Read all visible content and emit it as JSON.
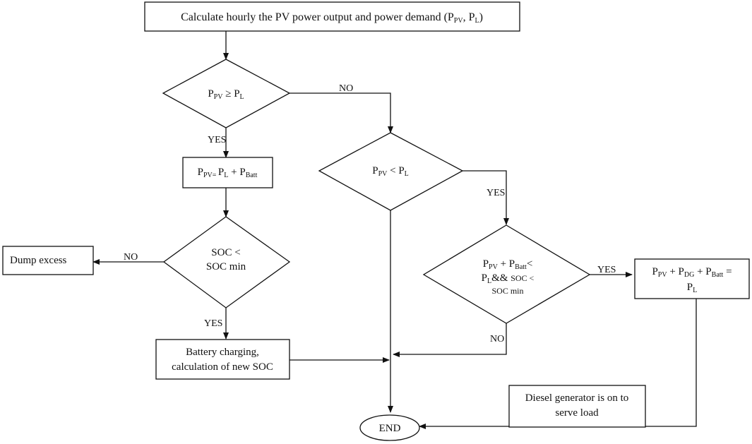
{
  "nodes": {
    "start": {
      "pre": "Calculate hourly the PV power output and power demand (P",
      "s1": "PV",
      "mid": ", P",
      "s2": "L",
      "post": ")"
    },
    "d1": {
      "a": "P",
      "as": "PV",
      "op": " ≥ P",
      "bs": "L"
    },
    "p1": {
      "a": "P",
      "as": "PV= ",
      "b": "P",
      "bs": "L",
      "op": " + P",
      "cs": "Batt"
    },
    "d2": {
      "line1": "SOC <",
      "line2": "SOC min"
    },
    "dump": {
      "text": "Dump excess"
    },
    "charge": {
      "line1": "Battery charging,",
      "line2": "calculation of new SOC"
    },
    "d3": {
      "a": "P",
      "as": "PV",
      "op": " < P",
      "bs": "L"
    },
    "d4": {
      "a": "P",
      "as": "PV",
      "op1": " + P",
      "bs": "Batt",
      "op2": "<",
      "c": "P",
      "cs": "L",
      "op3": "&& ",
      "soc": "SOC <",
      "line3": "SOC min"
    },
    "p2": {
      "a": "P",
      "as": "PV",
      "op1": " + P",
      "bs": "DG",
      "op2": " + P",
      "cs": "Batt",
      "op3": " =",
      "d": "P",
      "ds": "L"
    },
    "diesel": {
      "line1": "Diesel generator is on to",
      "line2": "serve load"
    },
    "end": {
      "text": "END"
    }
  },
  "edges": {
    "d1_no": "NO",
    "d1_yes": "YES",
    "d2_no": "NO",
    "d2_yes": "YES",
    "d3_yes": "YES",
    "d4_yes": "YES",
    "d4_no": "NO"
  }
}
